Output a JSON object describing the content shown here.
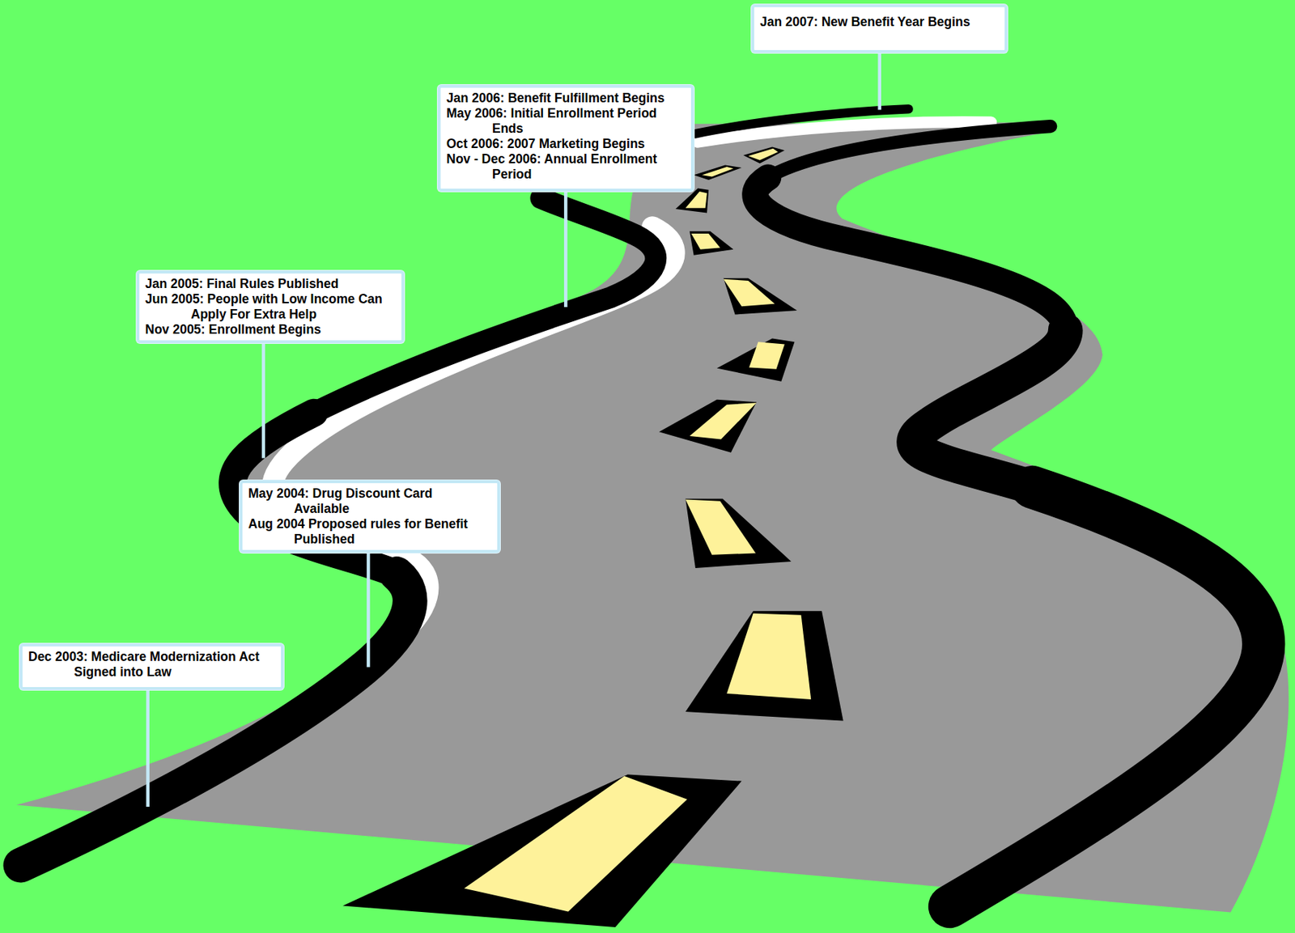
{
  "diagram": {
    "nodes": [
      {
        "text": [
          "Dec 2003: Medicare Modernization Act Signed into Law"
        ]
      },
      {
        "text": [
          "May 2004: Drug Discount Card Available",
          "Aug 2004 Proposed rules for Benefit Published"
        ]
      },
      {
        "text": [
          "Jan 2005: Final Rules Published",
          "Jun 2005: People with Low Income Can Apply For Extra Help",
          "Nov 2005: Enrollment Begins"
        ]
      },
      {
        "text": [
          "Jan 2006: Benefit Fulfillment Begins",
          "May 2006: Initial Enrollment Period Ends",
          "Oct 2006: 2007 Marketing Begins",
          "Nov - Dec 2006: Annual Enrollment Period"
        ]
      },
      {
        "text": [
          "Jan 2007: New Benefit Year Begins"
        ]
      }
    ]
  }
}
